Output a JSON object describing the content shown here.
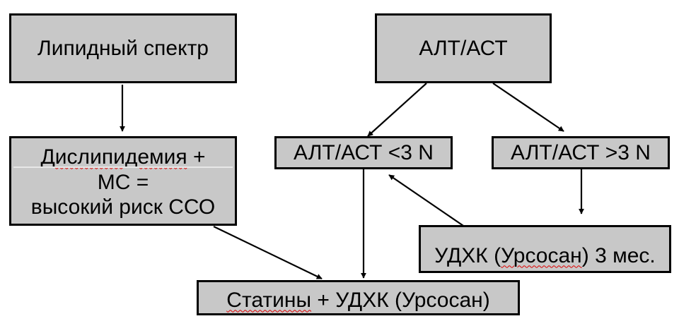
{
  "colors": {
    "box_fill": "#c8c8c8",
    "border": "#000000",
    "text": "#000000",
    "spellcheck": "#e00000"
  },
  "nodes": {
    "lipid": {
      "label": "Липидный спектр"
    },
    "altast": {
      "label": "АЛТ/АСТ"
    },
    "dyslipidemia": {
      "line1_word": "Дислипидемия",
      "line1_rest": " +",
      "line2": "МС =",
      "line3": "высокий риск ССО"
    },
    "alt_low": {
      "label": "АЛТ/АСТ <3 N"
    },
    "alt_high": {
      "label": "АЛТ/АСТ >3 N"
    },
    "udca": {
      "abbr": " УДХК (",
      "word": "Урсосан",
      "rest": ") 3 мес."
    },
    "statins": {
      "word": "Статины",
      "rest": " + УДХК (Урсосан)"
    }
  }
}
